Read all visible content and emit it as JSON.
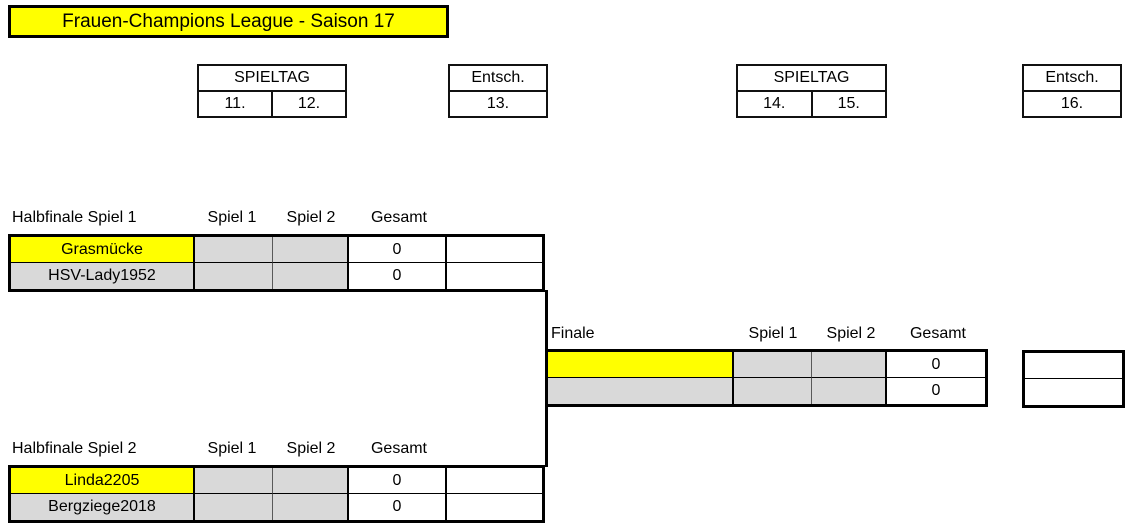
{
  "title": "Frauen-Champions League - Saison 17",
  "schedule": {
    "spieltag_label": "SPIELTAG",
    "entsch_label": "Entsch.",
    "block1_matchdays": [
      "11.",
      "12."
    ],
    "block1_entsch": "13.",
    "block2_matchdays": [
      "14.",
      "15."
    ],
    "block2_entsch": "16."
  },
  "column_headers": {
    "spiel1": "Spiel 1",
    "spiel2": "Spiel 2",
    "gesamt": "Gesamt"
  },
  "semifinal1": {
    "label": "Halbfinale Spiel 1",
    "rows": [
      {
        "team": "Grasmücke",
        "gesamt": "0"
      },
      {
        "team": "HSV-Lady1952",
        "gesamt": "0"
      }
    ]
  },
  "semifinal2": {
    "label": "Halbfinale Spiel 2",
    "rows": [
      {
        "team": "Linda2205",
        "gesamt": "0"
      },
      {
        "team": "Bergziege2018",
        "gesamt": "0"
      }
    ]
  },
  "final": {
    "label": "Finale",
    "rows": [
      {
        "team": "",
        "gesamt": "0"
      },
      {
        "team": "",
        "gesamt": "0"
      }
    ]
  },
  "colors": {
    "highlight_yellow": "#FFFF00",
    "cell_gray": "#D9D9D9",
    "border_black": "#000000"
  }
}
